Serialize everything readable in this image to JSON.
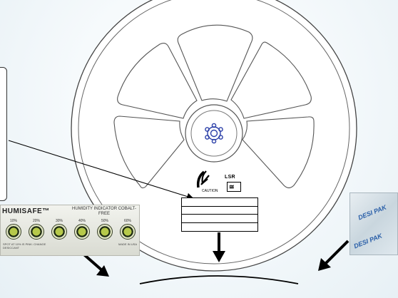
{
  "diagram": {
    "indicator_card": {
      "brand": "HUMISAFE™",
      "title": "HUMIDITY INDICATOR COBALT-FREE",
      "percent_marks": [
        "10%",
        "20%",
        "30%",
        "40%",
        "50%",
        "60%"
      ],
      "fine_print_left": "SPOT AT 10% IS PINK: CHANGE DESICCANT",
      "fine_print_right": "MADE IN USA"
    },
    "desiccant_pack": {
      "text_top": "DESI PAK",
      "text_bottom": "DESI PAK"
    },
    "esd_caption": "CAUTION",
    "lsr_label": "LSR",
    "lsr_glyph": "≅",
    "colors": {
      "outline": "#000000",
      "hub_blue": "#2b3fa8",
      "indicator_spot": "#b6c94a",
      "desiccant_text": "#2a5fa8"
    }
  }
}
